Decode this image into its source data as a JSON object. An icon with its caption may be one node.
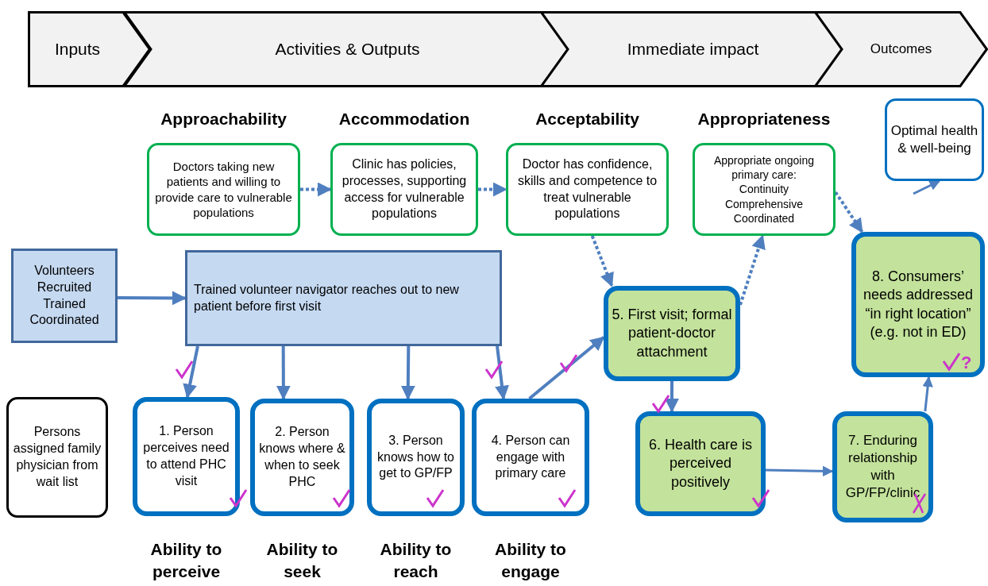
{
  "diagram": {
    "nodes": [
      {
        "text": [
          "Inputs"
        ]
      },
      {
        "text": [
          "Activities & Outputs"
        ]
      },
      {
        "text": [
          "Immediate impact"
        ]
      },
      {
        "text": [
          "Outcomes"
        ]
      },
      {
        "text": [
          "Approachability",
          "Doctors taking new patients and willing to provide care to vulnerable populations"
        ]
      },
      {
        "text": [
          "Accommodation",
          "Clinic has policies, processes, supporting access for vulnerable populations"
        ]
      },
      {
        "text": [
          "Acceptability",
          "Doctor has confidence, skills and competence to treat vulnerable populations"
        ]
      },
      {
        "text": [
          "Appropriateness",
          "Appropriate ongoing primary care:",
          "Continuity",
          "Comprehensive",
          "Coordinated"
        ]
      },
      {
        "text": [
          "Optimal health & well-being"
        ]
      },
      {
        "text": [
          "Volunteers",
          "Recruited",
          "Trained",
          "Coordinated"
        ]
      },
      {
        "text": [
          "Trained volunteer navigator reaches out to new patient before first visit"
        ]
      },
      {
        "text": [
          "Persons assigned family physician from wait list"
        ]
      },
      {
        "text": [
          "1. Person perceives need to attend PHC visit"
        ],
        "beside": [
          "Ability to perceive"
        ]
      },
      {
        "text": [
          "2. Person knows where & when to seek PHC"
        ],
        "beside": [
          "Ability to seek"
        ]
      },
      {
        "text": [
          "3. Person knows how to get to GP/FP"
        ],
        "beside": [
          "Ability to reach"
        ]
      },
      {
        "text": [
          "4. Person can engage with primary care"
        ],
        "beside": [
          "Ability to engage"
        ]
      },
      {
        "text": [
          "5. First visit; formal patient-doctor attachment"
        ]
      },
      {
        "text": [
          "6. Health care is perceived positively"
        ]
      },
      {
        "text": [
          "7. Enduring relationship with GP/FP/clinic"
        ]
      },
      {
        "text": [
          "8. Consumers’ needs addressed “in right location” (e.g. not in ED)"
        ]
      }
    ],
    "edges": [
      {
        "from": 4,
        "to": 5,
        "arrow": "to",
        "style": "dashed"
      },
      {
        "from": 5,
        "to": 6,
        "arrow": "to",
        "style": "dashed"
      },
      {
        "from": 6,
        "to": 16,
        "arrow": "to",
        "style": "dashed"
      },
      {
        "from": 16,
        "to": 7,
        "arrow": "to",
        "style": "dashed"
      },
      {
        "from": 7,
        "to": 19,
        "arrow": "to",
        "style": "dashed"
      },
      {
        "from": 9,
        "to": 10,
        "arrow": "to"
      },
      {
        "from": 10,
        "to": 12,
        "arrow": "to"
      },
      {
        "from": 10,
        "to": 13,
        "arrow": "to"
      },
      {
        "from": 10,
        "to": 14,
        "arrow": "to"
      },
      {
        "from": 10,
        "to": 15,
        "arrow": "to"
      },
      {
        "from": 15,
        "to": 16,
        "arrow": "to"
      },
      {
        "from": 16,
        "to": 17,
        "arrow": "to"
      },
      {
        "from": 17,
        "to": 18,
        "arrow": "to"
      },
      {
        "from": 18,
        "to": 19,
        "arrow": "to"
      },
      {
        "from": null,
        "to": 8,
        "arrow": "to"
      }
    ],
    "labels": [
      "?"
    ]
  }
}
